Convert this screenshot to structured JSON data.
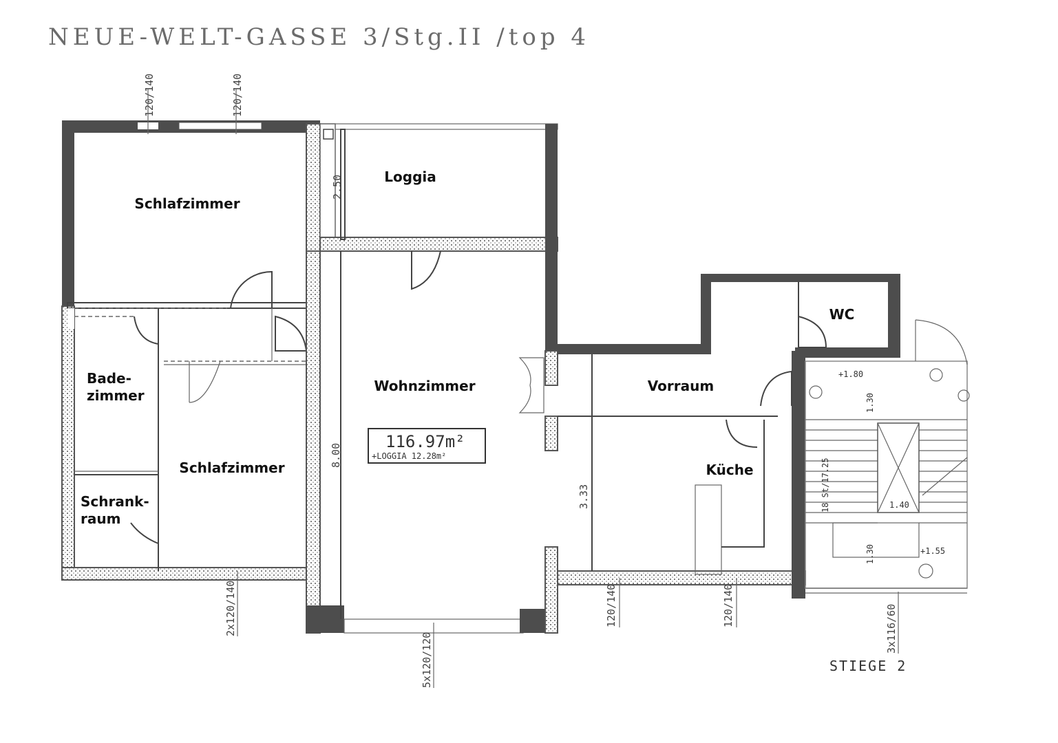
{
  "title": "NEUE-WELT-GASSE 3/Stg.II /top 4",
  "rooms": {
    "schlafzimmer_1": "Schlafzimmer",
    "loggia": "Loggia",
    "wc": "WC",
    "bade_1": "Bade-",
    "bade_2": "zimmer",
    "wohnzimmer": "Wohnzimmer",
    "vorraum": "Vorraum",
    "schlafzimmer_2": "Schlafzimmer",
    "kueche": "Küche",
    "schrank_1": "Schrank-",
    "schrank_2": "raum"
  },
  "area": {
    "total": "116.97m²",
    "loggia": "+LOGGIA 12.28m²"
  },
  "dimensions": {
    "top_window_1": "120/140",
    "top_window_2": "120/140",
    "loggia_depth": "2.50",
    "wohn_depth": "8.00",
    "kueche_width": "3.33",
    "bottom_window_left": "2x120/140",
    "bottom_window_mid": "5x120/120",
    "bottom_window_r1": "120/140",
    "bottom_window_r2": "120/140",
    "stair_window": "3x116/60",
    "stair_level_top": "+1.80",
    "stair_level_bottom": "+1.55",
    "stair_130_top": "1.30",
    "stair_130_bottom": "1.30",
    "stair_steps": "18 St/17.25",
    "stair_140": "1.40"
  },
  "stair_label": "STIEGE 2"
}
